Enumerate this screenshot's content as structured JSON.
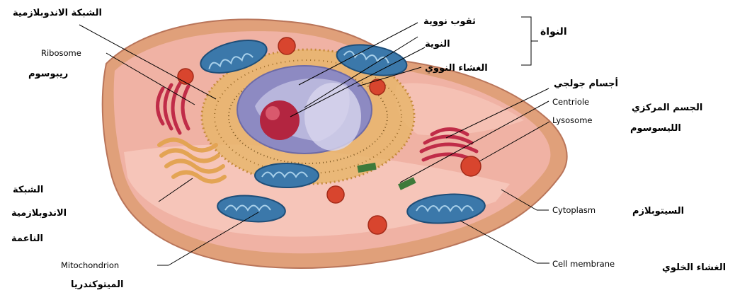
{
  "labels": {
    "er_ar": "الشبكة الاندوبلازمية",
    "ribosome_en": "Ribosome",
    "ribosome_ar": "ريبوسوم",
    "nuclear_pores_ar": "ثقوب نووية",
    "nucleolus_ar": "النوية",
    "nuclear_membrane_ar": "الغشاء النووي",
    "nucleus_ar": "النواة",
    "golgi_ar": "أجسام جولجي",
    "centriole_en": "Centriole",
    "centriole_ar": "الجسم المركزي",
    "lysosome_en": "Lysosome",
    "lysosome_ar": "الليسوسوم",
    "smooth_er_ar_1": "الشبكة",
    "smooth_er_ar_2": "الاندوبلازمية",
    "smooth_er_ar_3": "الناعمة",
    "cytoplasm_en": "Cytoplasm",
    "cytoplasm_ar": "السيتوبلازم",
    "mitochondrion_en": "Mitochondrion",
    "mitochondrion_ar": "الميتوكندريا",
    "cell_membrane_en": "Cell membrane",
    "cell_membrane_ar": "الغشاء الخلوي"
  },
  "colors": {
    "membrane": "#e3a27d",
    "cytoplasm": "#f2b3a8",
    "cytoplasm_light": "#f7cdc2",
    "mitochondria": "#3f7fb0",
    "lysosome": "#d9452f",
    "nucleus": "#9b98c8",
    "nucleolus": "#b0253b",
    "golgi": "#c0304a",
    "er": "#e6b86a"
  }
}
